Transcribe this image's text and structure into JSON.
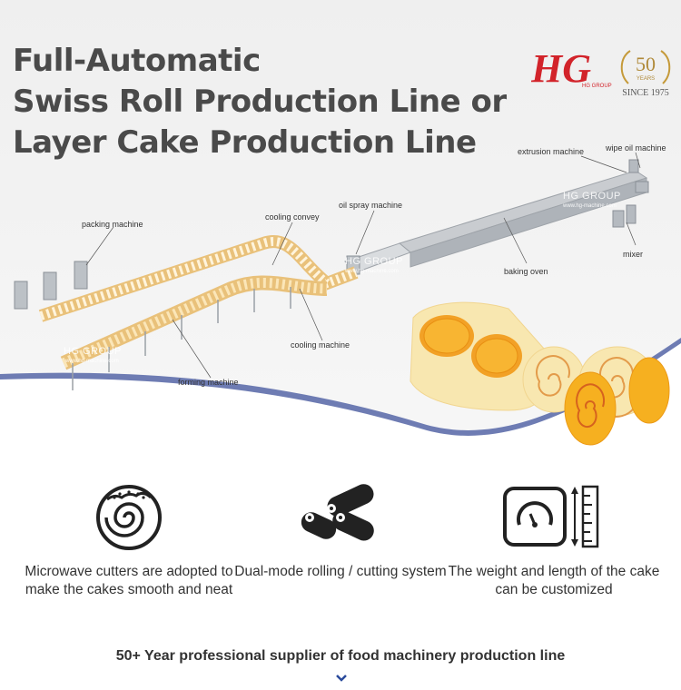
{
  "title_lines": [
    "Full-Automatic",
    "Swiss Roll Production Line or",
    "Layer Cake Production Line"
  ],
  "brand": {
    "logo": "HG",
    "logo_sub": "HG GROUP",
    "badge_number": "50",
    "badge_word": "YEARS",
    "since": "SINCE 1975",
    "logo_color": "#d2232a"
  },
  "labels": {
    "extrusion": "extrusion machine",
    "wipe_oil": "wipe oil machine",
    "mixer": "mixer",
    "baking_oven": "baking oven",
    "oil_spray": "oil spray machine",
    "cooling_convey": "cooling convey",
    "packing": "packing machine",
    "cooling_machine": "cooling machine",
    "forming": "forming machine"
  },
  "watermark": {
    "text": "HG GROUP",
    "url": "www.hg-machine.com"
  },
  "features": [
    {
      "icon": "swiss-roll-icon",
      "text": "Microwave cutters are adopted to make the cakes smooth and neat"
    },
    {
      "icon": "rolling-icon",
      "text": "Dual-mode rolling / cutting system"
    },
    {
      "icon": "weight-length-icon",
      "text": "The weight and length of the cake can be customized"
    }
  ],
  "footer": "50+ Year professional supplier of food machinery production line",
  "colors": {
    "accent_wave": "#6e7cb3",
    "text": "#333333",
    "cake_orange": "#f4a21b",
    "cake_sponge": "#f8e7b0"
  }
}
